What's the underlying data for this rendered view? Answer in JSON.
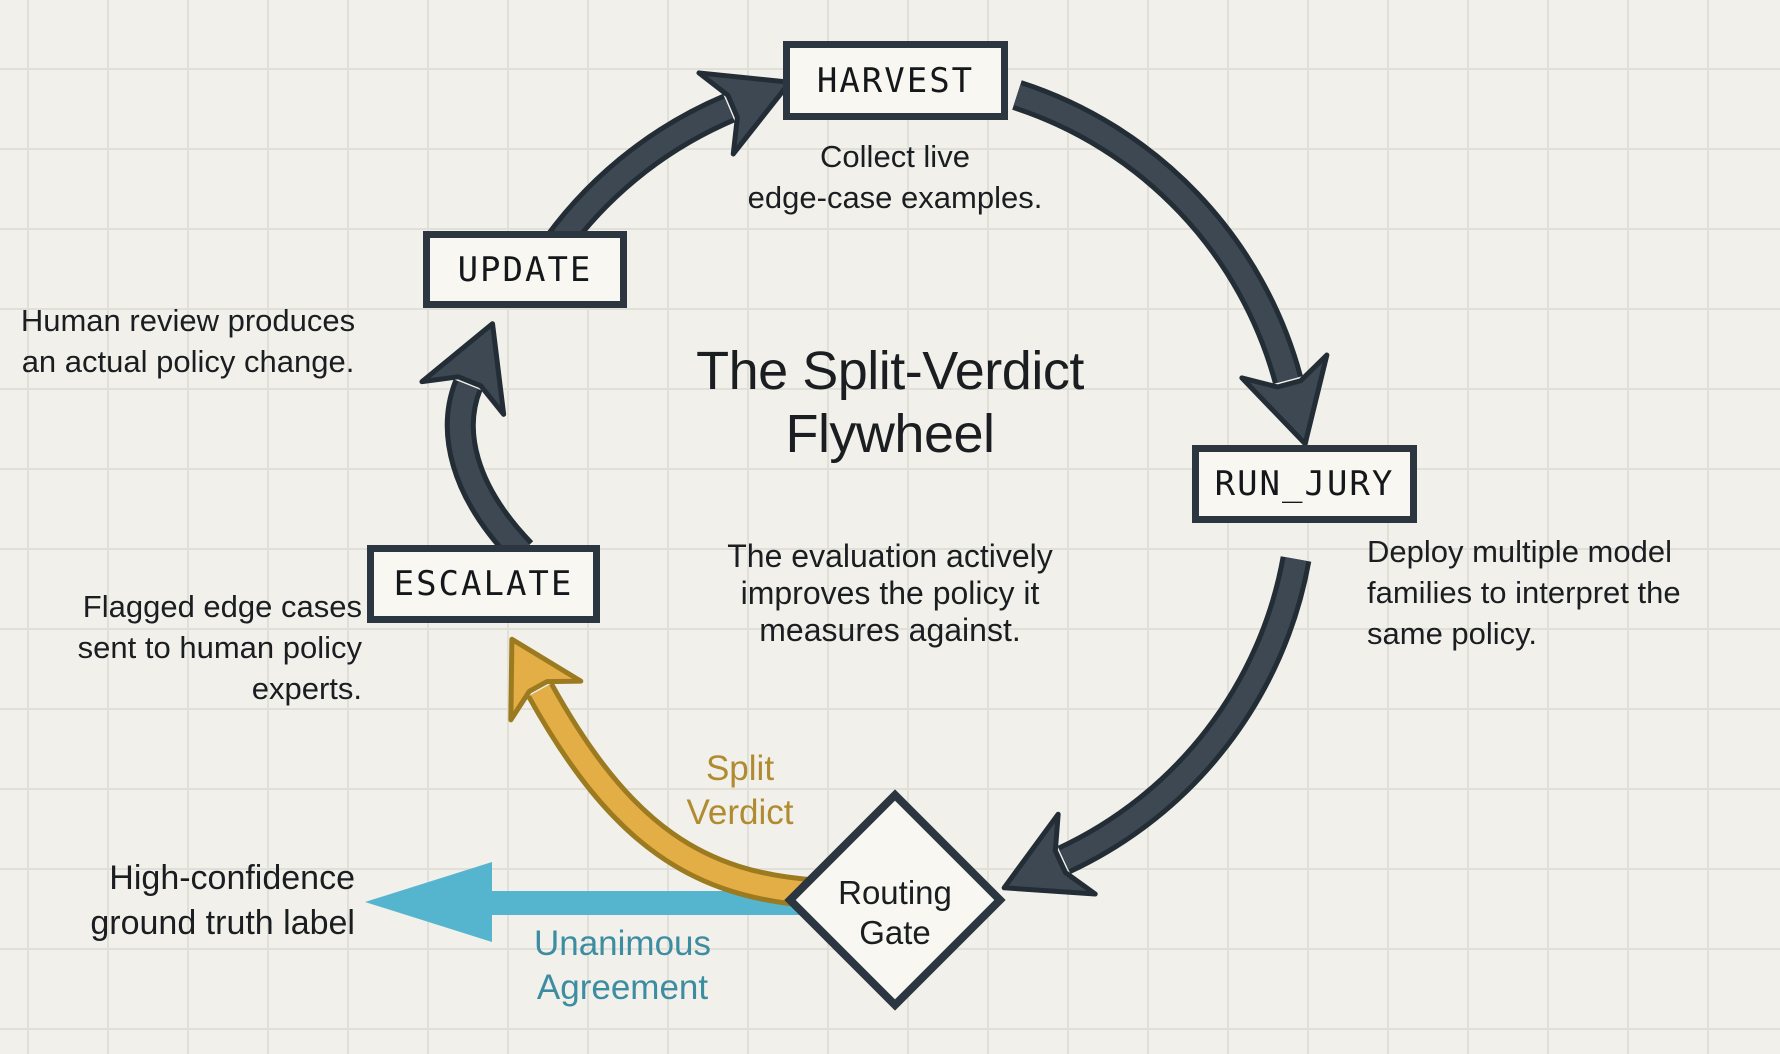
{
  "diagram": {
    "kind": "cyclical flow diagram",
    "center": {
      "title": "The Split-Verdict\nFlywheel",
      "subtitle": "The evaluation actively\nimproves the policy it\nmeasures against."
    },
    "nodes": {
      "harvest": {
        "label": "HARVEST",
        "caption": "Collect live\nedge-case examples."
      },
      "run_jury": {
        "label": "RUN_JURY",
        "caption": "Deploy multiple model\nfamilies to interpret the\nsame policy."
      },
      "routing_gate": {
        "label": "Routing\nGate"
      },
      "escalate": {
        "label": "ESCALATE",
        "caption": "Flagged edge cases\nsent to human policy\nexperts."
      },
      "update": {
        "label": "UPDATE",
        "caption": "Human review produces\nan actual policy change."
      }
    },
    "branches": {
      "split_verdict": {
        "label": "Split\nVerdict",
        "from": "routing_gate",
        "to": "escalate"
      },
      "unanimous_agreement": {
        "label": "Unanimous\nAgreement",
        "from": "routing_gate",
        "output": "High-confidence\nground truth label"
      }
    },
    "flow_order": [
      "HARVEST",
      "RUN_JURY",
      "Routing Gate",
      "ESCALATE",
      "UPDATE"
    ],
    "colors": {
      "background": "#f1f0eb",
      "grid": "#e0dfd8",
      "ink": "#1b1e21",
      "arrow_slate_fill": "#3d4853",
      "arrow_slate_outline": "#232d35",
      "node_border": "#2b3640",
      "node_fill": "#f8f7f2",
      "gold_arrow_fill": "#e4ae47",
      "gold_arrow_outline": "#9c7a1f",
      "gold_text": "#b08b30",
      "teal_arrow_fill": "#55b5ce",
      "teal_text": "#3d8da2"
    }
  }
}
